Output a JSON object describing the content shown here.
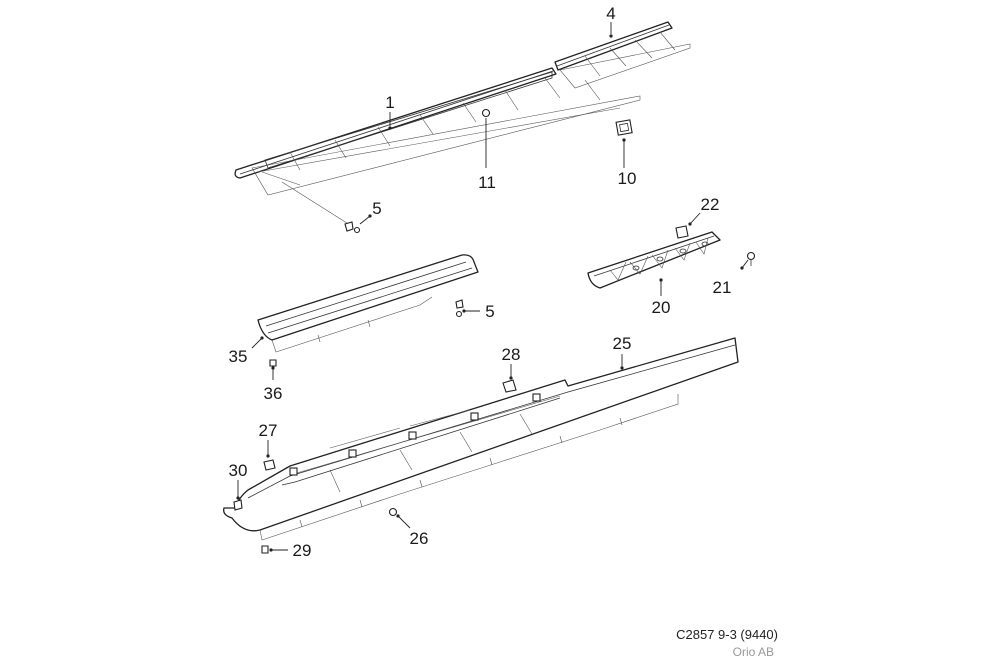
{
  "callouts": {
    "c1": "1",
    "c4": "4",
    "c5a": "5",
    "c5b": "5",
    "c10": "10",
    "c11": "11",
    "c20": "20",
    "c21": "21",
    "c22": "22",
    "c25": "25",
    "c26": "26",
    "c27": "27",
    "c28": "28",
    "c29": "29",
    "c30": "30",
    "c35": "35",
    "c36": "36"
  },
  "reference": {
    "code": "C2857 9-3 (9440)",
    "owner": "Orio AB"
  }
}
